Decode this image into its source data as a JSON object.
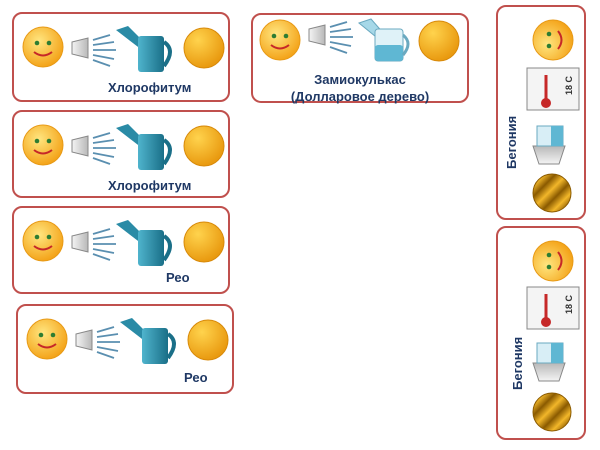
{
  "cards": [
    {
      "label": "Хлорофитум"
    },
    {
      "label": "Хлорофитум"
    },
    {
      "label": "Рео"
    },
    {
      "label": "Рео"
    },
    {
      "label": "Замиокулькас",
      "label_line2": "(Долларовое дерево)"
    },
    {
      "label": "Бегония",
      "thermometer_text": "18 С"
    },
    {
      "label": "Бегония",
      "thermometer_text": "18 С"
    }
  ],
  "colors": {
    "border": "#c0504d",
    "label": "#1f3864",
    "can": "#2a8ba6",
    "sun": "#f0a81e"
  }
}
